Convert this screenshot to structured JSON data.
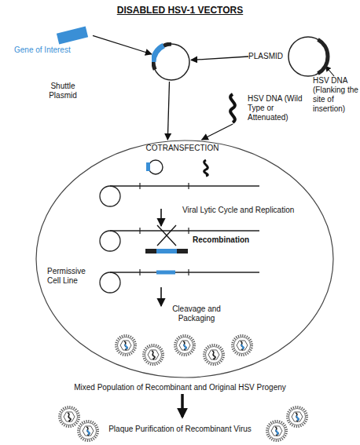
{
  "diagram": {
    "title": "DISABLED HSV-1 VECTORS",
    "nodes": [
      {
        "text": [
          "Gene of Interest"
        ]
      },
      {
        "text": [
          "PLASMID"
        ]
      },
      {
        "text": [
          "Shuttle Plasmid"
        ]
      },
      {
        "text": [
          "HSV DNA (Wild Type or Attenuated)"
        ]
      },
      {
        "text": [
          "Permissive Cell Line"
        ]
      }
    ],
    "edges": [
      {
        "from": 0,
        "to": 2,
        "arrow": "to"
      },
      {
        "from": 1,
        "to": 2,
        "arrow": "to"
      },
      {
        "from": 2,
        "to": 4,
        "arrow": "to"
      },
      {
        "from": 3,
        "to": 4,
        "arrow": "to"
      }
    ],
    "labels": [
      "HSV DNA (Flanking the site of insertion)",
      "COTRANSFECTION",
      "Viral Lytic Cycle and Replication",
      "Recombination",
      "Cleavage and Packaging",
      "Mixed Population of Recombinant and Original HSV Progeny",
      "Plaque Purification of Recombinant Virus"
    ]
  }
}
